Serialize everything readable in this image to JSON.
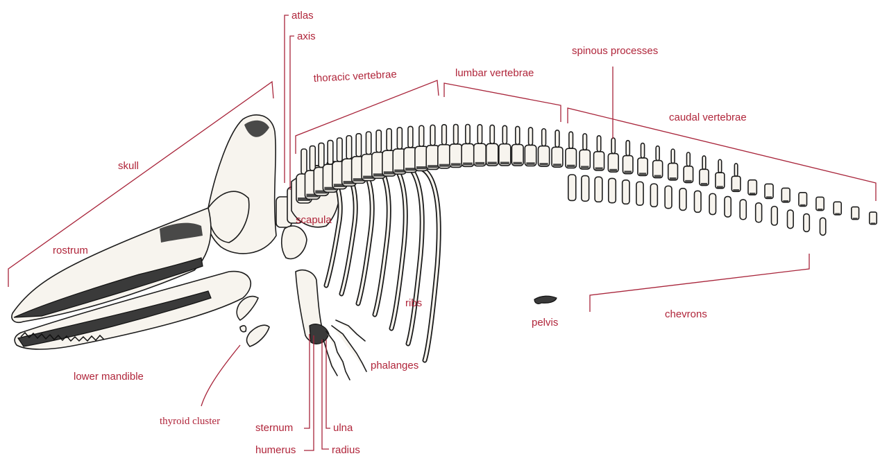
{
  "diagram": {
    "labels": {
      "atlas": "atlas",
      "axis": "axis",
      "thoracic": "thoracic vertebrae",
      "lumbar": "lumbar vertebrae",
      "spinous": "spinous processes",
      "caudal": "caudal vertebrae",
      "skull": "skull",
      "rostrum": "rostrum",
      "scapula": "scapula",
      "ribs": "ribs",
      "pelvis": "pelvis",
      "chevrons": "chevrons",
      "phalanges": "phalanges",
      "lower_mandible": "lower mandible",
      "thyroid": "thyroid cluster",
      "sternum": "sternum",
      "humerus": "humerus",
      "ulna": "ulna",
      "radius": "radius"
    },
    "colors": {
      "label": "#b0253a",
      "leader": "#a8243a",
      "bone_outline": "#1c1c1c",
      "bone_fill": "#f7f4ee"
    }
  }
}
